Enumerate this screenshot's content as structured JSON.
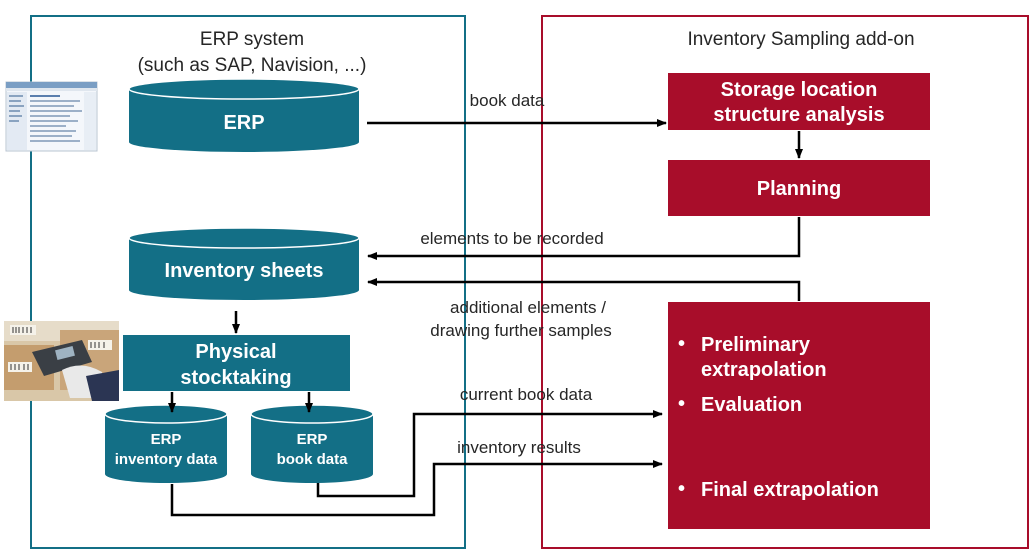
{
  "colors": {
    "teal": "#136F86",
    "crimson": "#A80D2A",
    "line": "#000000",
    "text": "#262626"
  },
  "erp_system": {
    "title_line1": "ERP system",
    "title_line2": "(such as SAP, Navision, ...)",
    "erp_db": "ERP",
    "inventory_sheets": "Inventory sheets",
    "physical_line1": "Physical",
    "physical_line2": "stocktaking",
    "inv_data_line1": "ERP",
    "inv_data_line2": "inventory data",
    "book_data_line1": "ERP",
    "book_data_line2": "book data"
  },
  "addon": {
    "title": "Inventory Sampling add-on",
    "storage_line1": "Storage location",
    "storage_line2": "structure analysis",
    "planning": "Planning",
    "results_items": {
      "prelim_line1": "Preliminary",
      "prelim_line2": "extrapolation",
      "evaluation": "Evaluation",
      "final": "Final extrapolation"
    },
    "bullet": "•"
  },
  "flows": {
    "book_data": "book data",
    "elements_recorded": "elements to be recorded",
    "additional_line1": "additional elements /",
    "additional_line2": "drawing further samples",
    "current_book_data": "current book data",
    "inventory_results": "inventory results"
  },
  "images": {
    "erp_screenshot": "erp-screenshot-thumbnail",
    "scanner_photo": "barcode-scanner-photo"
  }
}
